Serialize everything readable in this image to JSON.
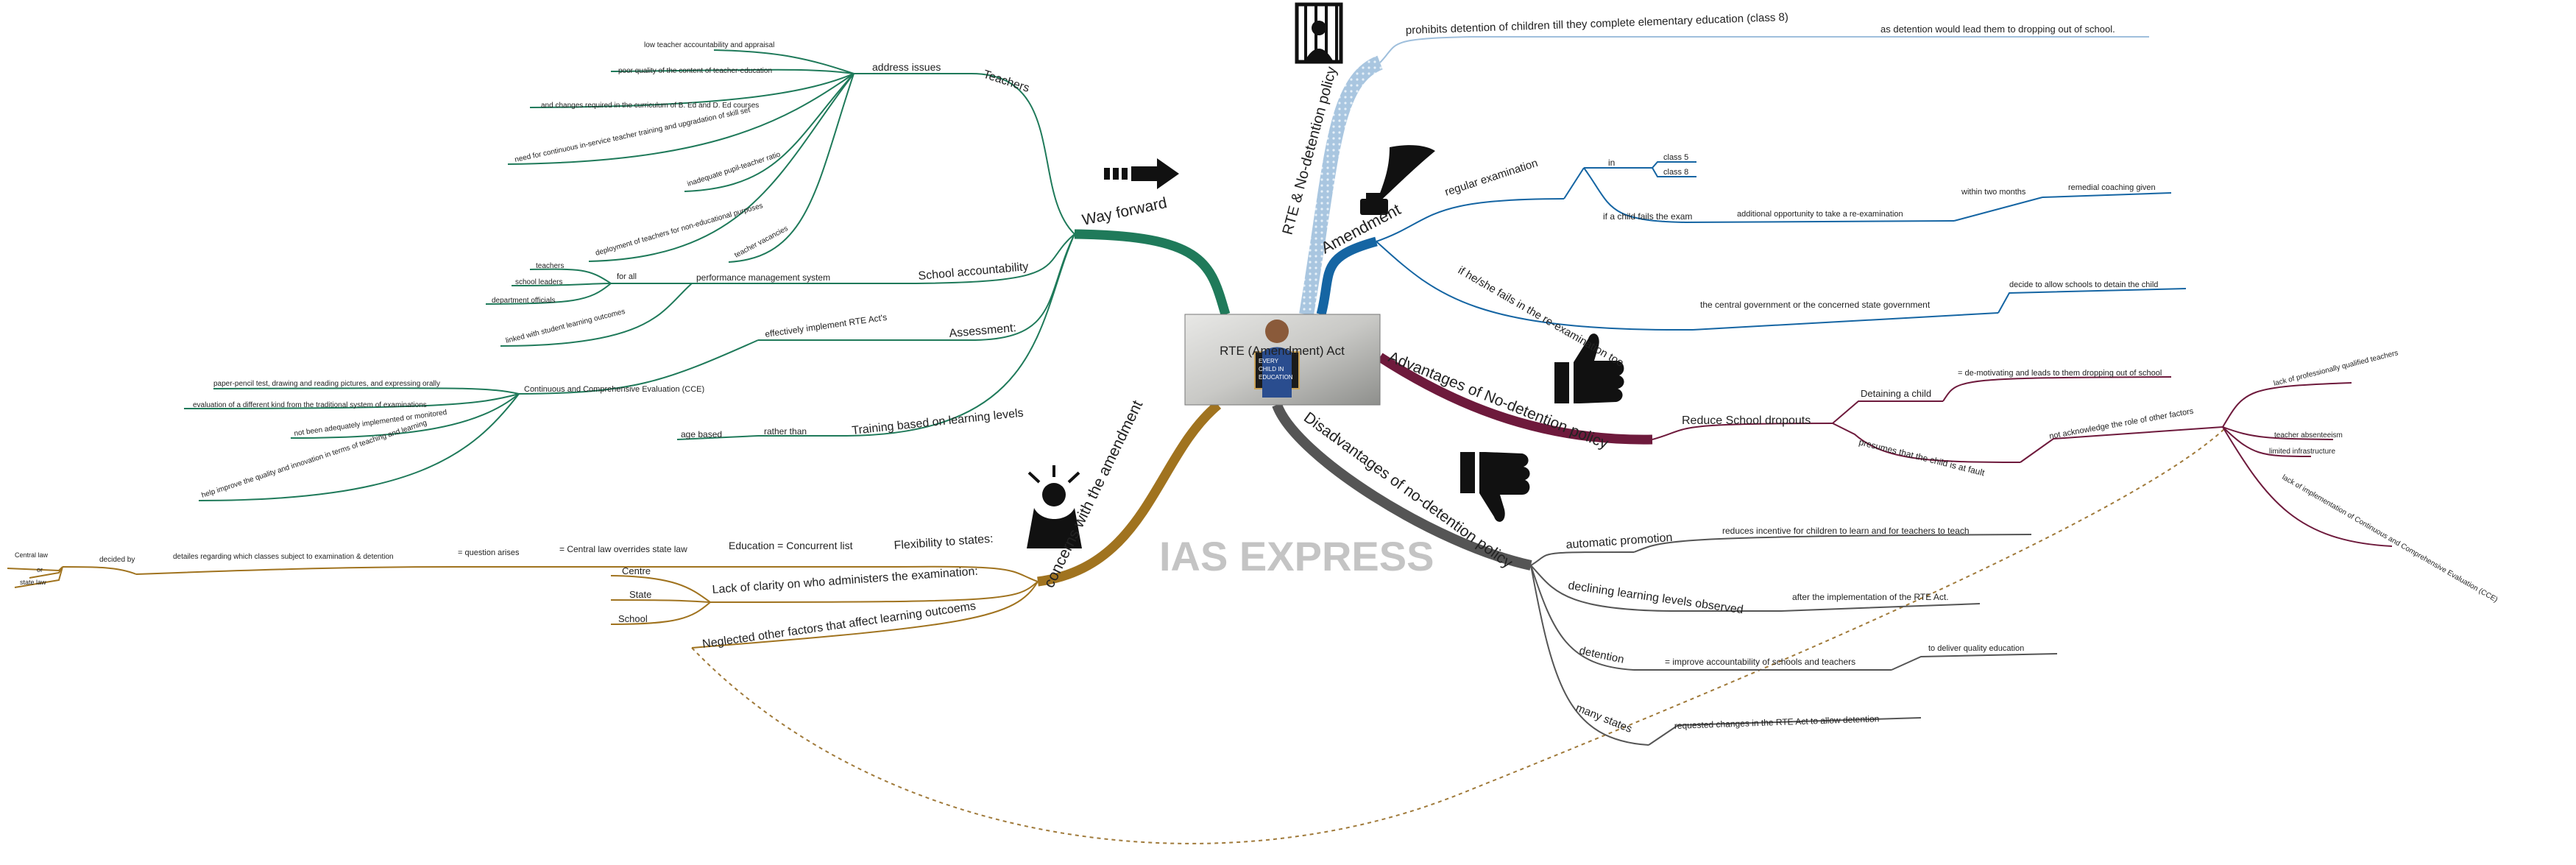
{
  "central": {
    "title": "RTE (Amendment) Act",
    "board_text": "EVERY\nCHILD IN\nEDUCATION"
  },
  "watermark": "IAS EXPRESS",
  "colors": {
    "green": "#1f7a5a",
    "blue_light": "#9fbfdc",
    "blue": "#1565a3",
    "maroon": "#6e1a3c",
    "gray": "#555555",
    "gold": "#a0731f"
  },
  "icons": {
    "green": "arrow-right-icon",
    "blue_light": "prison-bars-icon",
    "blue": "quill-inkpot-icon",
    "maroon": "thumbs-up-icon",
    "gray": "thumbs-down-icon",
    "gold": "stressed-person-icon"
  },
  "branches": {
    "green": {
      "label": "Way forward",
      "sub": {
        "teachers": {
          "label": "Teachers",
          "address": "address issues",
          "items": [
            "low teacher accountability and appraisal",
            "poor quality of the content of teacher-education",
            "and changes required in the curriculum of B. Ed and D. Ed courses",
            "need for continuous in-service teacher training and upgradation of skill set",
            "inadequate pupil-teacher ratio",
            "deployment of teachers for non-educational purposes",
            "teacher vacancies"
          ]
        },
        "school": {
          "label": "School accountability",
          "pms": "performance management system",
          "for_all": "for all",
          "for_all_items": [
            "teachers",
            "school leaders",
            "department officials"
          ],
          "linked": "linked with student learning outcomes"
        },
        "assessment": {
          "label": "Assessment:",
          "effective": "effectively implement RTE Act's",
          "cce": "Continuous and Comprehensive Evaluation (CCE)",
          "items": [
            "paper-pencil test, drawing and reading pictures, and expressing orally",
            "evaluation of a different kind from the traditional system of examinations",
            "not been adequately implemented or monitored",
            "help improve the quality and innovation in terms of teaching and learning"
          ]
        },
        "training": {
          "label": "Training based on learning levels",
          "rather": "rather than",
          "age": "age based"
        }
      }
    },
    "blue_light": {
      "label": "RTE & No-detention policy",
      "prohibits": "prohibits detention of children till they complete elementary education (class 8)",
      "as_detention": "as detention would lead them to dropping out of school."
    },
    "blue": {
      "label": "Amendment",
      "regular": "regular examination",
      "in": "in",
      "classes": [
        "class 5",
        "class 8"
      ],
      "fails": "if a child fails the exam",
      "additional": "additional opportunity to take a re-examination",
      "within": "within two months",
      "remedial": "remedial coaching given",
      "ifhe": "if he/she fails in the re-examination too",
      "central_gov": "the central government or the concerned state government",
      "decide": "decide to allow schools to detain the child"
    },
    "maroon": {
      "label": "Advantages of No-detention policy",
      "reduce": "Reduce School dropouts",
      "detaining": "Detaining a child",
      "demotivating": "= de-motivating and leads to them dropping out of school",
      "presumes": "presumes that the child is at fault",
      "notack": "not acknowledge the role of other factors",
      "factors": [
        "lack of professionally qualified teachers",
        "teacher absenteeism",
        "limited infrastructure",
        "lack of implementation of Continuous and Comprehensive Evaluation (CCE)"
      ]
    },
    "gray": {
      "label": "Disadvantages of no-detention policy",
      "auto": "automatic promotion",
      "reduces": "reduces incentive for children to learn and for teachers to teach",
      "declining": "declining learning levels observed",
      "after": "after the implementation of the RTE Act.",
      "detention": "detention",
      "improve": "= improve accountability of schools and teachers",
      "quality": "to deliver quality education",
      "many": "many states",
      "requested": "requested changes in the RTE Act to allow detention"
    },
    "gold": {
      "label": "concerns with the amendment",
      "flex": "Flexibility to states:",
      "concurrent": "Education = Concurrent list",
      "override": "= Central law overrides state law",
      "question": "= question arises",
      "details": "detailes regarding which classes subject to examination & detention",
      "decided": "decided by",
      "central_law": "Central law",
      "or": "or",
      "state_law": "state law",
      "lack": "Lack of clarity on who administers the examination:",
      "lack_items": [
        "Centre",
        "State",
        "School"
      ],
      "neglected": "Neglected other factors that affect learning outcoems"
    }
  }
}
